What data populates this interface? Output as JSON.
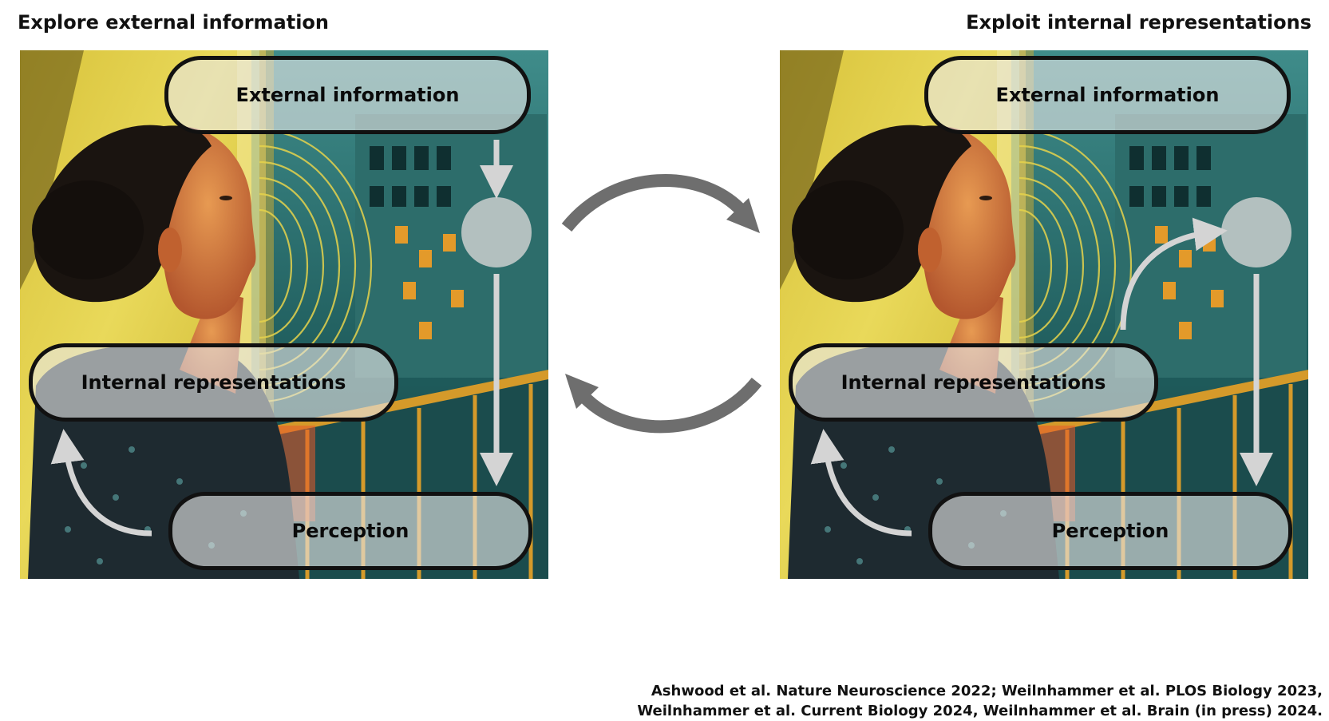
{
  "titles": {
    "left": "Explore external information",
    "right": "Exploit internal representations"
  },
  "panels": {
    "left": {
      "external": "External information",
      "internal": "Internal representations",
      "perception": "Perception"
    },
    "right": {
      "external": "External information",
      "internal": "Internal representations",
      "perception": "Perception"
    }
  },
  "citations": {
    "line1": "Ashwood et al. Nature Neuroscience 2022; Weilnhammer et al. PLOS Biology 2023,",
    "line2": "Weilnhammer et al. Current Biology 2024, Weilnhammer et al. Brain (in press) 2024."
  },
  "colors": {
    "cycle_arrow": "#6e6e6e",
    "overlay_arrow": "#d4d4d4",
    "pill_border": "#111111"
  },
  "icons": {
    "cycle_top": "curved-arrow-right-icon",
    "cycle_bottom": "curved-arrow-left-icon"
  }
}
